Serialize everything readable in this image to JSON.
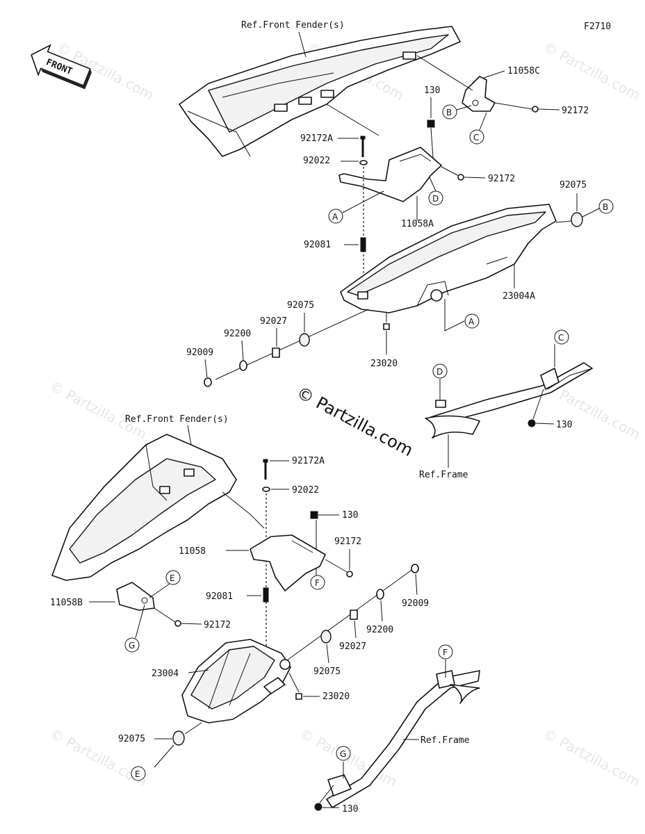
{
  "figure_code": "F2710",
  "watermark": "© Partzilla.com",
  "watermark_small": "© Partzilla.com",
  "front_arrow": "FRONT",
  "refs": {
    "fender_top": "Ref.Front Fender(s)",
    "fender_bottom": "Ref.Front Fender(s)",
    "frame_top": "Ref.Frame",
    "frame_bottom": "Ref.Frame"
  },
  "parts_top": {
    "p11058C": "11058C",
    "p92172_a": "92172",
    "p130": "130",
    "p92172A": "92172A",
    "p92022": "92022",
    "p92172_b": "92172",
    "p11058A": "11058A",
    "p92075_r": "92075",
    "p92081": "92081",
    "p23004A": "23004A",
    "p92075_l": "92075",
    "p92027": "92027",
    "p92200": "92200",
    "p92009": "92009",
    "p23020": "23020",
    "p130_frame": "130"
  },
  "parts_bottom": {
    "p92172A": "92172A",
    "p92022": "92022",
    "p130": "130",
    "p92172_a": "92172",
    "p11058": "11058",
    "p92081": "92081",
    "p11058B": "11058B",
    "p92172_b": "92172",
    "p92009": "92009",
    "p92200": "92200",
    "p92027": "92027",
    "p92075_m": "92075",
    "p23004": "23004",
    "p23020": "23020",
    "p92075_l": "92075",
    "p130_frame": "130"
  },
  "callouts": {
    "A": "A",
    "B": "B",
    "C": "C",
    "D": "D",
    "E": "E",
    "F": "F",
    "G": "G"
  }
}
